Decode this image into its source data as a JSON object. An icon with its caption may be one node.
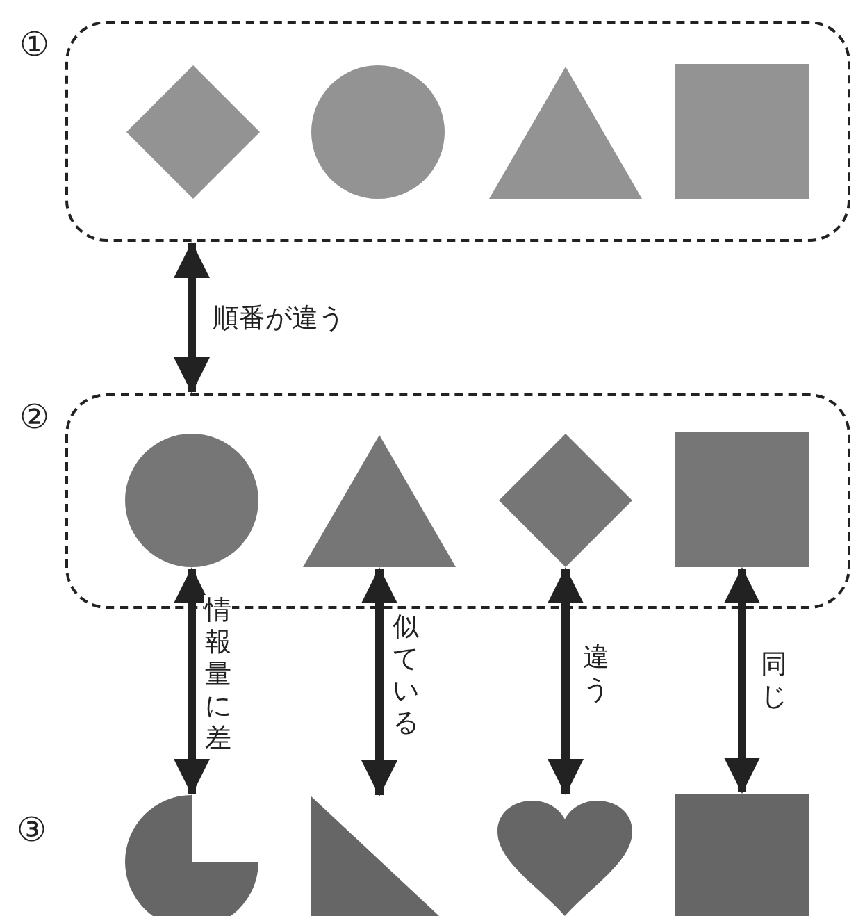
{
  "diagram": {
    "nodes": [
      {
        "text": [
          "①"
        ]
      },
      {
        "text": [],
        "shape": "diamond",
        "in": 0
      },
      {
        "text": [],
        "shape": "circle",
        "in": 0
      },
      {
        "text": [],
        "shape": "triangle",
        "in": 0
      },
      {
        "text": [],
        "shape": "box",
        "in": 0
      },
      {
        "text": [
          "②"
        ]
      },
      {
        "text": [],
        "shape": "circle",
        "in": 5
      },
      {
        "text": [],
        "shape": "triangle",
        "in": 5
      },
      {
        "text": [],
        "shape": "diamond",
        "in": 5
      },
      {
        "text": [],
        "shape": "box",
        "in": 5
      },
      {
        "text": [],
        "shape": "pie"
      },
      {
        "text": [],
        "shape": "triangle"
      },
      {
        "text": [],
        "shape": "heart"
      },
      {
        "text": [],
        "shape": "box"
      }
    ],
    "edges": [
      {
        "from": 0,
        "to": 5,
        "arrow": "both",
        "label": "順番が違う"
      },
      {
        "from": 6,
        "to": 10,
        "arrow": "both",
        "label": "情報量に差"
      },
      {
        "from": 7,
        "to": 11,
        "arrow": "both",
        "label": "似ている"
      },
      {
        "from": 8,
        "to": 12,
        "arrow": "both",
        "label": "違う"
      },
      {
        "from": 9,
        "to": 13,
        "arrow": "both",
        "label": "同じ"
      }
    ],
    "labels": [
      "③"
    ]
  }
}
